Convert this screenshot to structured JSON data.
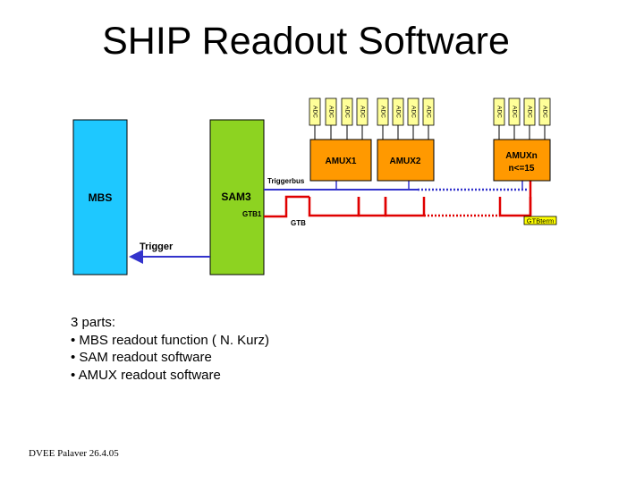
{
  "slide": {
    "title": "SHIP Readout Software",
    "footer": "DVEE Palaver 26.4.05"
  },
  "diagram": {
    "mbs_label": "MBS",
    "sam_label": "SAM3",
    "gtb1_label": "GTB1",
    "trigger_label": "Trigger",
    "triggerbus_label": "Triggerbus",
    "gtb_label": "GTB",
    "gtbterm_label": "GTBterm",
    "amux1_label": "AMUX1",
    "amux2_label": "AMUX2",
    "amuxn_line1": "AMUXn",
    "amuxn_line2": "n<=15",
    "adc_label": "ADC",
    "colors": {
      "mbs": "#1EC8FF",
      "sam": "#8DD321",
      "amux": "#FF9900",
      "adc": "#FFFF99",
      "gtbterm": "#FFFF00",
      "triggerbus": "#3333CC",
      "gtb": "#E00000"
    }
  },
  "parts": {
    "heading": "3 parts:",
    "items": [
      "• MBS readout function ( N. Kurz)",
      "• SAM readout software",
      "• AMUX readout software"
    ]
  }
}
